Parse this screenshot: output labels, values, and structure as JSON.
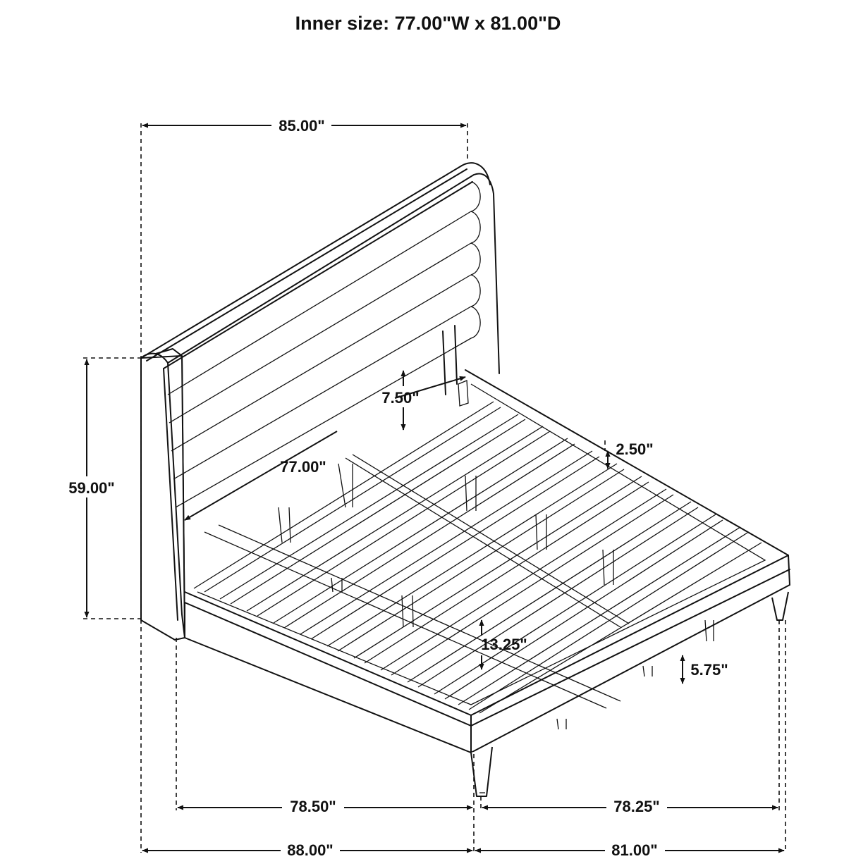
{
  "title": "Inner size: 77.00\"W x 81.00\"D",
  "dimensions": {
    "overall_width": "85.00\"",
    "overall_height": "59.00\"",
    "inner_width": "77.00\"",
    "headboard_gap": "7.50\"",
    "rail_height": "2.50\"",
    "under_bed_clearance": "13.25\"",
    "leg_height": "5.75\"",
    "left_inner_length": "78.50\"",
    "left_outer_length": "88.00\"",
    "right_inner_length": "78.25\"",
    "right_outer_length": "81.00\""
  }
}
